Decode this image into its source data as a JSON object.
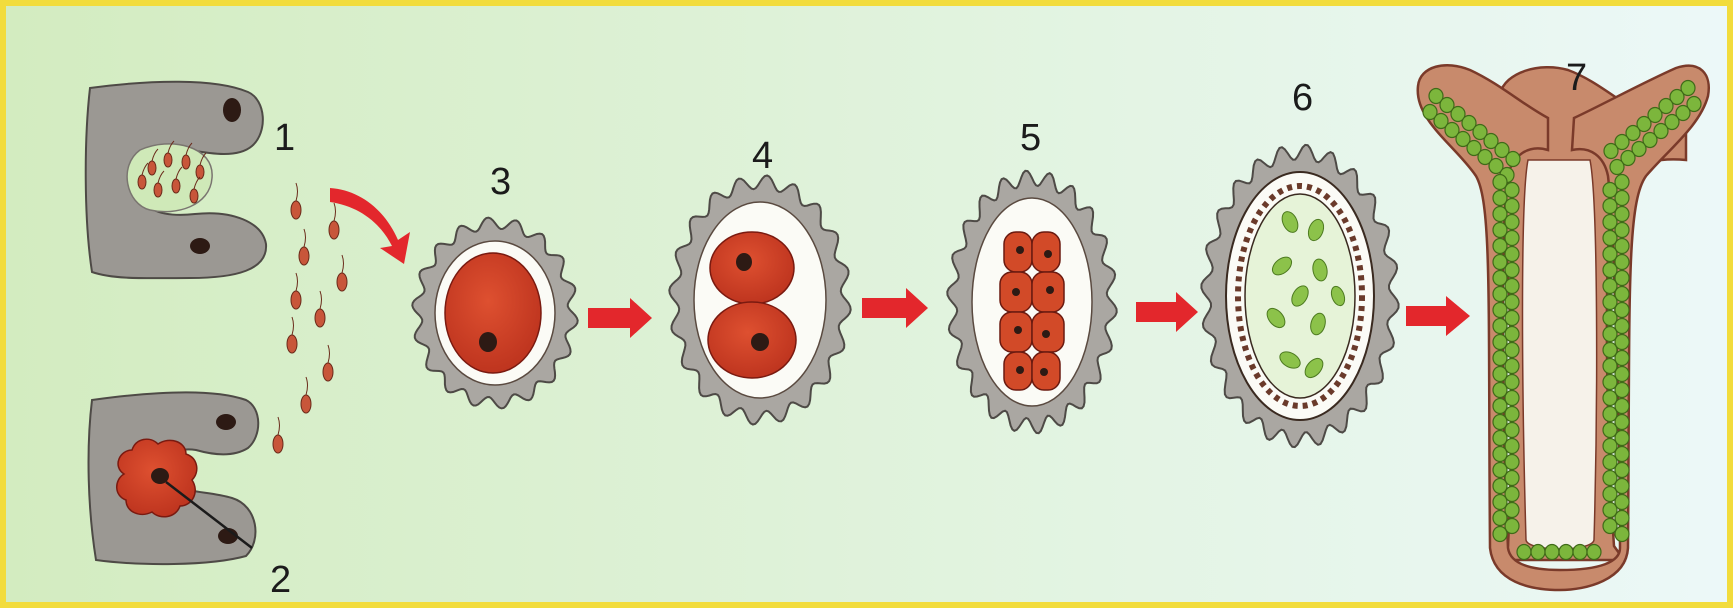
{
  "diagram": {
    "labels": {
      "one": "1",
      "two": "2",
      "three": "3",
      "four": "4",
      "five": "5",
      "six": "6",
      "seven": "7"
    },
    "colors": {
      "frame": "#f2dc3c",
      "background_left": "#d3ecc0",
      "background_right": "#eaf7f6",
      "tissue": "#9b9893",
      "shell": "#aaa7a2",
      "cytoplasm": "#cf3a22",
      "nucleus": "#2d1a14",
      "white_layer": "#fbfbf6",
      "green_cells": "#7cb63c",
      "arrow": "#e3272c"
    },
    "icons": [
      "antheridium-icon",
      "archegonium-icon",
      "sperm-icon",
      "egg-icon",
      "zygote-icon",
      "embryo-icon",
      "sporogonium-icon",
      "arrow-icon"
    ]
  }
}
